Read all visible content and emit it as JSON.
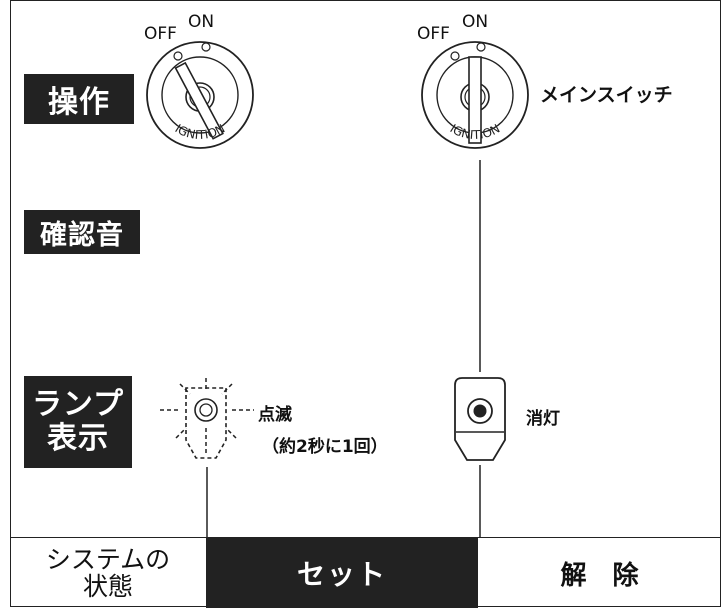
{
  "row_labels": {
    "operation": "操作",
    "confirm_sound": "確認音",
    "lamp_line1": "ランプ",
    "lamp_line2": "表示"
  },
  "switch_left": {
    "off": "OFF",
    "on": "ON",
    "ring": "IGNITION"
  },
  "switch_right": {
    "off": "OFF",
    "on": "ON",
    "ring": "IGNITION",
    "caption": "メインスイッチ"
  },
  "lamp_left": {
    "line1": "点滅",
    "line2": "（約2秒に1回）"
  },
  "lamp_right": {
    "label": "消灯"
  },
  "footer": {
    "state_line1": "システムの",
    "state_line2": "状態",
    "set": "セット",
    "release": "解　除"
  },
  "colors": {
    "ink": "#222222",
    "background": "#ffffff"
  }
}
